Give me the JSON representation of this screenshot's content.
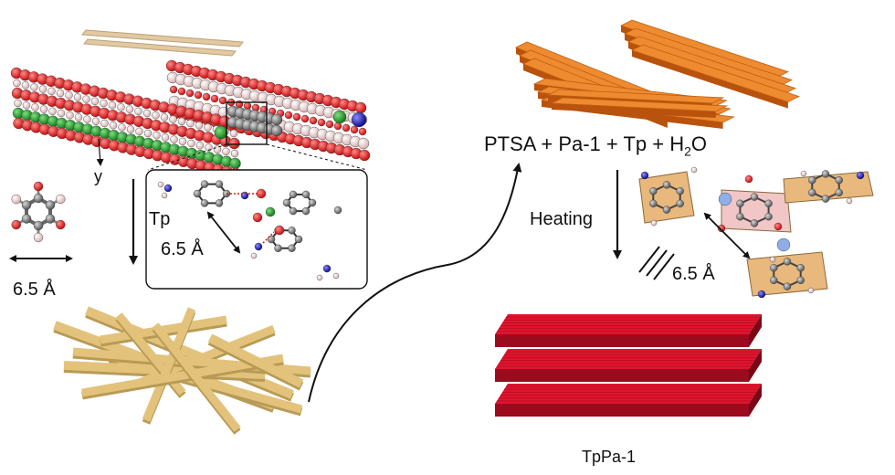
{
  "labels": {
    "y_axis": "y",
    "tp": "Tp",
    "distance_left": "6.5 Å",
    "distance_inset": "6.5 Å",
    "reaction_reactants": "PTSA + Pa-1 + Tp + H",
    "reaction_subscript": "2",
    "reaction_tail": "O",
    "heating": "Heating",
    "distance_right": "6.5 Å",
    "product": "TpPa-1"
  },
  "colors": {
    "oxygen": "#e01818",
    "carbon": "#7a7a7a",
    "hydrogen": "#f2d6d6",
    "nitrogen": "#1a1aa8",
    "chlorine": "#1f9a2a",
    "boron": "#f0a0a0",
    "fiber": "#e3c37c",
    "sheet_orange": "#e0701a",
    "sheet_red": "#d8102a",
    "text": "#111111"
  }
}
